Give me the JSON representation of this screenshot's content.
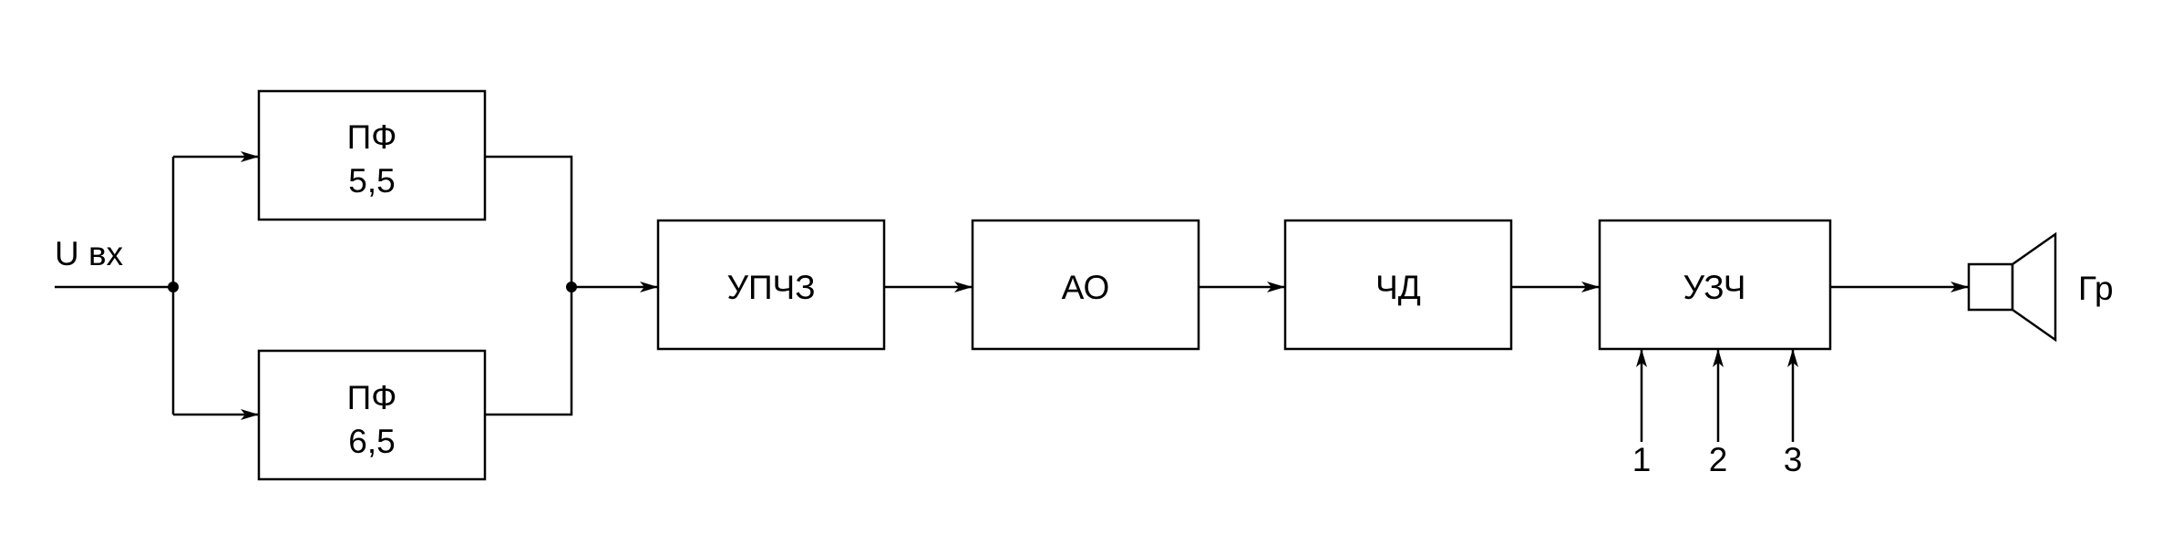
{
  "input_label": "U вх",
  "output_label": "Гр",
  "blocks": {
    "pf1": {
      "line1": "ПФ",
      "line2": "5,5"
    },
    "pf2": {
      "line1": "ПФ",
      "line2": "6,5"
    },
    "upchz": {
      "label": "УПЧЗ"
    },
    "ao": {
      "label": "АО"
    },
    "chd": {
      "label": "ЧД"
    },
    "uzch": {
      "label": "УЗЧ"
    }
  },
  "control_inputs": [
    "1",
    "2",
    "3"
  ],
  "colors": {
    "line": "#000000",
    "background": "#ffffff"
  }
}
